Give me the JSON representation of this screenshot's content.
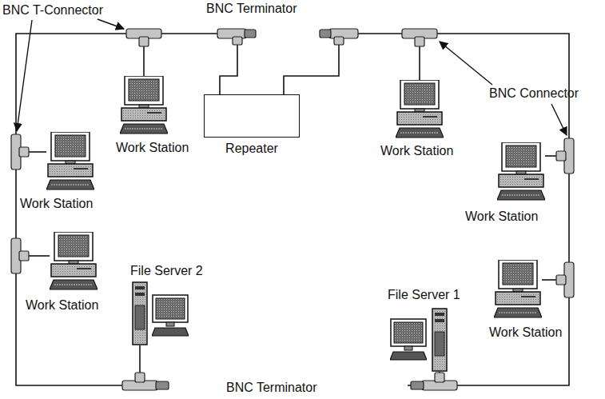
{
  "diagram": {
    "nodes": [
      {
        "text": [
          "Repeater"
        ]
      }
    ],
    "labels": [
      "BNC T-Connector",
      "BNC Terminator",
      "BNC Connector",
      "Work Station",
      "Work Station",
      "Work Station",
      "Work Station",
      "Work Station",
      "File Server 2",
      "File Server 1",
      "Work Station",
      "BNC Terminator"
    ]
  }
}
